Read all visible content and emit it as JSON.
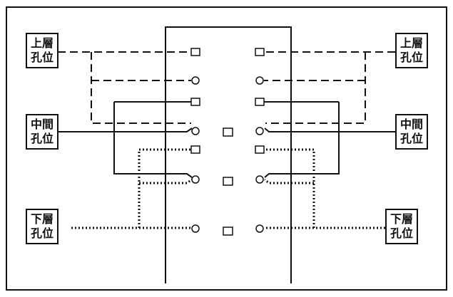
{
  "labels": {
    "top_left": {
      "line1": "上層",
      "line2": "孔位"
    },
    "top_right": {
      "line1": "上層",
      "line2": "孔位"
    },
    "mid_left": {
      "line1": "中間",
      "line2": "孔位"
    },
    "mid_right": {
      "line1": "中間",
      "line2": "孔位"
    },
    "bottom_left": {
      "line1": "下層",
      "line2": "孔位"
    },
    "bottom_right": {
      "line1": "下層",
      "line2": "孔位"
    }
  },
  "colors": {
    "line": "#111111",
    "background": "#ffffff"
  },
  "line_styles": {
    "top_layer": "dashed",
    "middle_layer": "solid",
    "bottom_layer": "dotted"
  }
}
